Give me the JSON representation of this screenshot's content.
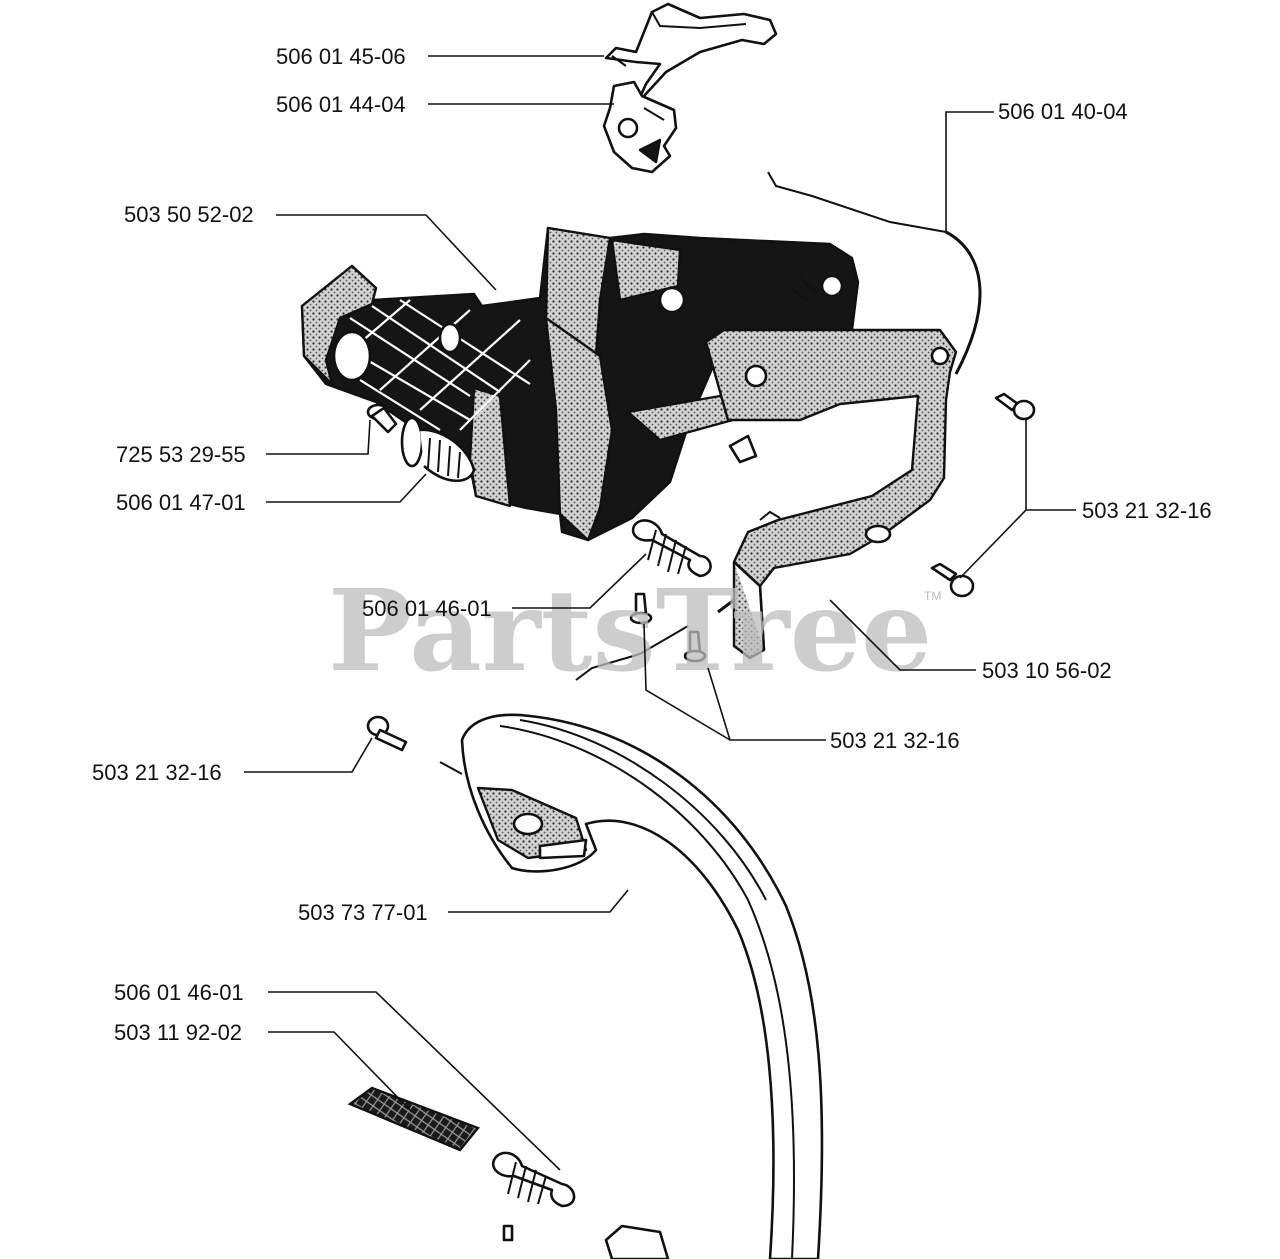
{
  "watermark": {
    "text": "PartsTree",
    "mark": "TM"
  },
  "part_labels": [
    "506 01 45-06",
    "506 01 44-04",
    "506 01 40-04",
    "503 50 52-02",
    "725 53 29-55",
    "506 01 47-01",
    "503 21 32-16",
    "506 01 46-01",
    "503 10 56-02",
    "503 21 32-16",
    "503 21 32-16",
    "503 73 77-01",
    "506 01 46-01",
    "503 11 92-02"
  ]
}
